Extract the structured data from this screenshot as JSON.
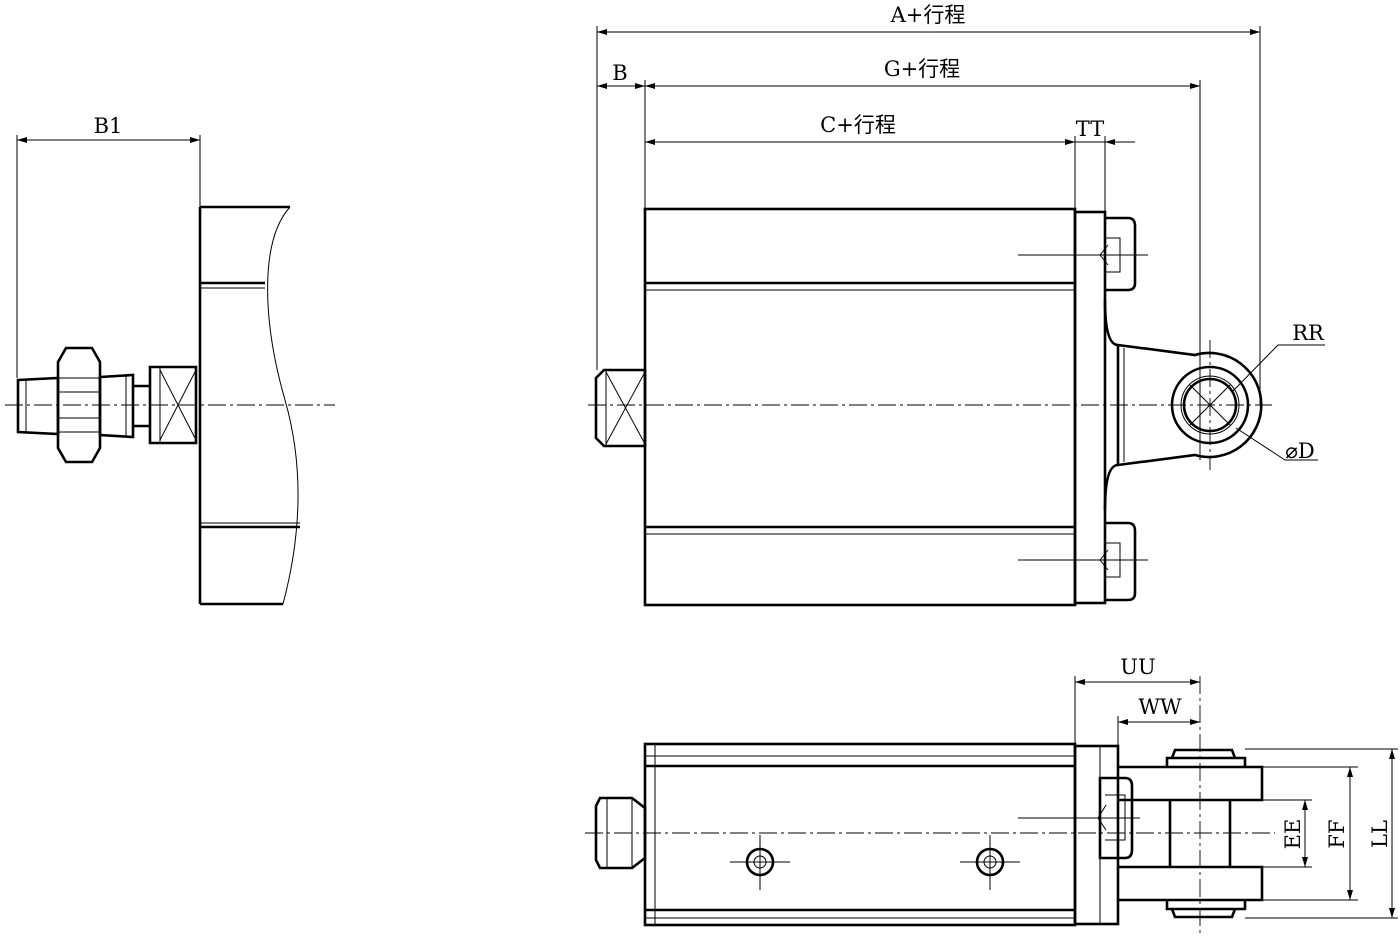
{
  "labels": {
    "a_stroke": "A+行程",
    "g_stroke": "G+行程",
    "b": "B",
    "c_stroke": "C+行程",
    "tt": "TT",
    "b1": "B1",
    "rr": "RR",
    "d": "⌀D",
    "uu": "UU",
    "ww": "WW",
    "ee": "EE",
    "ff": "FF",
    "ll": "LL"
  }
}
